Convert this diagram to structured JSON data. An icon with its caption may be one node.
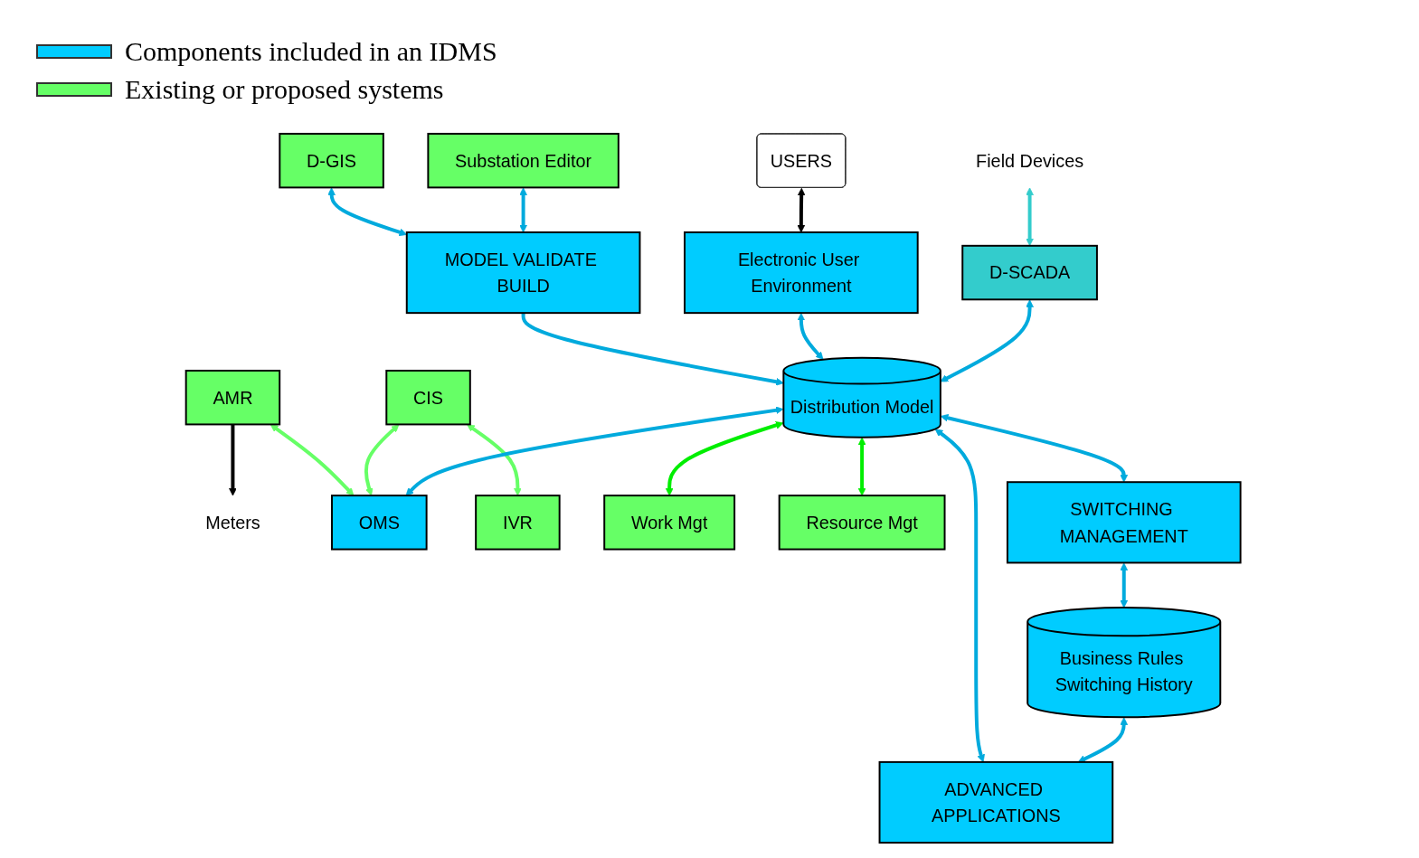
{
  "diagram": {
    "nodes": [
      {
        "text": [
          "USERS"
        ]
      },
      {
        "text": [
          "Electronic User Environment"
        ]
      },
      {
        "text": [
          "D-GIS"
        ]
      },
      {
        "text": [
          "MODEL VALIDATE BUILD"
        ]
      },
      {
        "text": [
          "Substation Editor"
        ]
      },
      {
        "text": [
          "AMR"
        ]
      },
      {
        "text": [
          "Meters"
        ]
      },
      {
        "text": [
          "CIS"
        ]
      },
      {
        "text": [
          "Field Devices"
        ]
      },
      {
        "text": [
          "D-SCADA"
        ]
      },
      {
        "text": [
          "Distribution Model"
        ]
      },
      {
        "text": [
          "OMS"
        ]
      },
      {
        "text": [
          "IVR"
        ]
      },
      {
        "text": [
          "Work Mgt"
        ]
      },
      {
        "text": [
          "Resource Mgt"
        ]
      },
      {
        "text": [
          "SWITCHING MANAGEMENT"
        ]
      },
      {
        "text": [
          "Business Rules Switching History"
        ]
      },
      {
        "text": [
          "ADVANCED APPLICATIONS"
        ]
      }
    ],
    "edges": [
      {
        "from": 0,
        "to": 1,
        "arrow": "both",
        "color": "#000000"
      },
      {
        "from": 2,
        "to": 3,
        "arrow": "both"
      },
      {
        "from": 4,
        "to": 3,
        "arrow": "both"
      },
      {
        "from": 3,
        "to": 10,
        "arrow": "to"
      },
      {
        "from": 1,
        "to": 10,
        "arrow": "both"
      },
      {
        "from": 5,
        "to": 6,
        "arrow": "to",
        "color": "#000000"
      },
      {
        "from": 5,
        "to": 11,
        "arrow": "both",
        "color": "#66ff66"
      },
      {
        "from": 7,
        "to": 11,
        "arrow": "both",
        "color": "#66ff66"
      },
      {
        "from": 7,
        "to": 12,
        "arrow": "both",
        "color": "#66ff66"
      },
      {
        "from": 8,
        "to": 9,
        "arrow": "both",
        "color": "#33cccc"
      },
      {
        "from": 9,
        "to": 10,
        "arrow": "both"
      },
      {
        "from": 10,
        "to": 11,
        "arrow": "both"
      },
      {
        "from": 10,
        "to": 13,
        "arrow": "both",
        "color": "#00ee00"
      },
      {
        "from": 10,
        "to": 14,
        "arrow": "both",
        "color": "#00ee00"
      },
      {
        "from": 10,
        "to": 15,
        "arrow": "both"
      },
      {
        "from": 10,
        "to": 17,
        "arrow": "both"
      },
      {
        "from": 15,
        "to": 16,
        "arrow": "both"
      },
      {
        "from": 16,
        "to": 17,
        "arrow": "both"
      }
    ],
    "legend": [
      {
        "text": "Components included in an IDMS",
        "color": "#00ccff"
      },
      {
        "text": "Existing or proposed systems",
        "color": "#66ff66"
      }
    ]
  }
}
